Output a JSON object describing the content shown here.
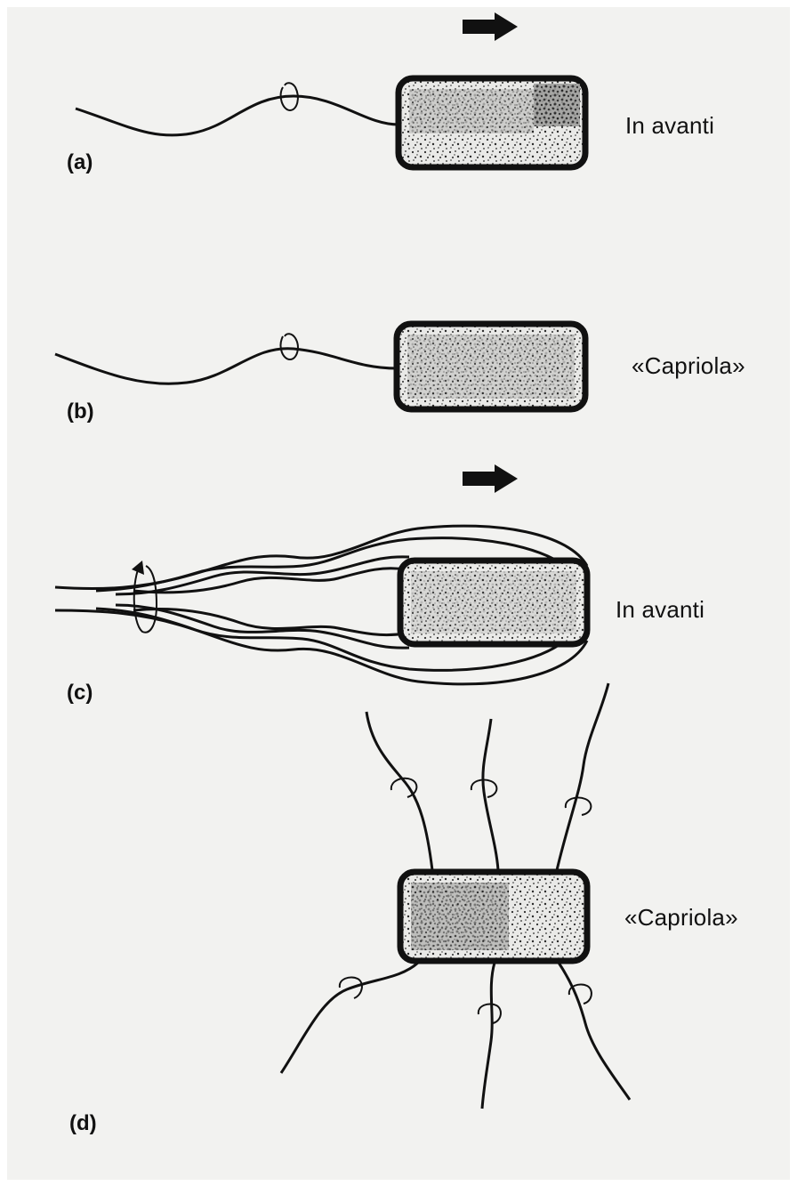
{
  "colors": {
    "paper": "#f2f2f0",
    "ink": "#111111",
    "cell_fill": "#efefed",
    "speckle": "#2a2a2a"
  },
  "panels": [
    {
      "id": "a",
      "label": "(a)",
      "motion": "In avanti",
      "arrow_icon": "right-arrow-icon"
    },
    {
      "id": "b",
      "label": "(b)",
      "motion": "«Capriola»",
      "arrow_icon": ""
    },
    {
      "id": "c",
      "label": "(c)",
      "motion": "In avanti",
      "arrow_icon": "right-arrow-icon"
    },
    {
      "id": "d",
      "label": "(d)",
      "motion": "«Capriola»",
      "arrow_icon": ""
    }
  ]
}
